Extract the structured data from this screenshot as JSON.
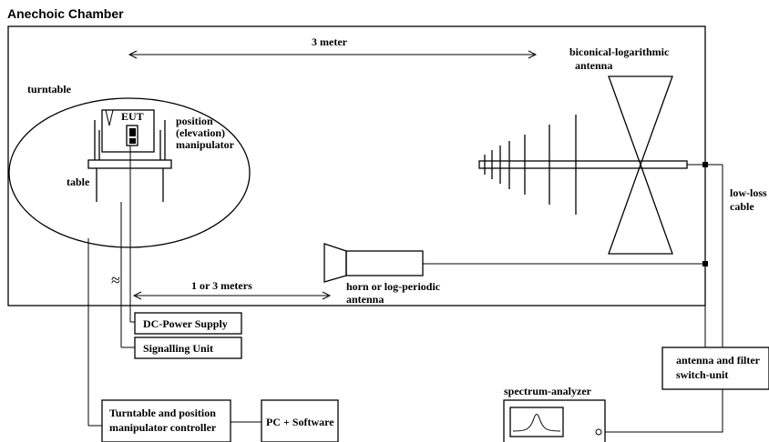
{
  "title": "Anechoic Chamber",
  "labels": {
    "distance_top": "3 meter",
    "biconical_line1": "biconical-logarithmic",
    "biconical_line2": "antenna",
    "turntable": "turntable",
    "eut": "EUT",
    "position_line1": "position",
    "position_line2": "(elevation)",
    "position_line3": "manipulator",
    "table": "table",
    "low_loss_line1": "low-loss",
    "low_loss_line2": "cable",
    "distance_bottom": "1 or 3 meters",
    "horn_line1": "horn or log-periodic",
    "horn_line2": "antenna",
    "spectrum_analyzer": "spectrum-analyzer"
  },
  "boxes": {
    "dc_power": "DC-Power Supply",
    "signalling": "Signalling Unit",
    "switch_line1": "antenna and filter",
    "switch_line2": "switch-unit",
    "controller_line1": "Turntable and position",
    "controller_line2": "manipulator controller",
    "pc": "PC + Software"
  },
  "symbols": {
    "cable_break": "≈"
  }
}
